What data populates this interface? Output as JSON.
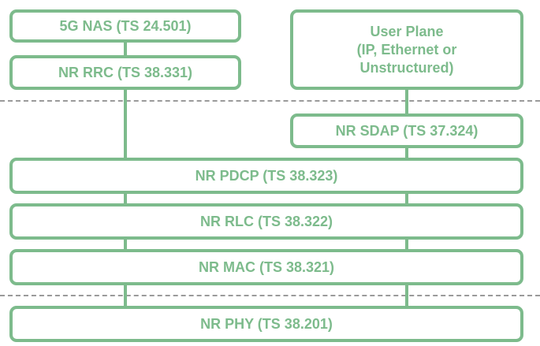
{
  "diagram": {
    "boxes": {
      "nas": "5G NAS (TS 24.501)",
      "rrc": "NR RRC (TS 38.331)",
      "user_plane": "User Plane\n(IP, Ethernet or\nUnstructured)",
      "sdap": "NR SDAP (TS 37.324)",
      "pdcp": "NR PDCP (TS 38.323)",
      "rlc": "NR RLC (TS 38.322)",
      "mac": "NR MAC (TS 38.321)",
      "phy": "NR PHY (TS 38.201)"
    },
    "colors": {
      "box_stroke": "#7dbb8c",
      "text": "#7dbb8c",
      "dashed_separator": "#9a9a9a"
    }
  }
}
